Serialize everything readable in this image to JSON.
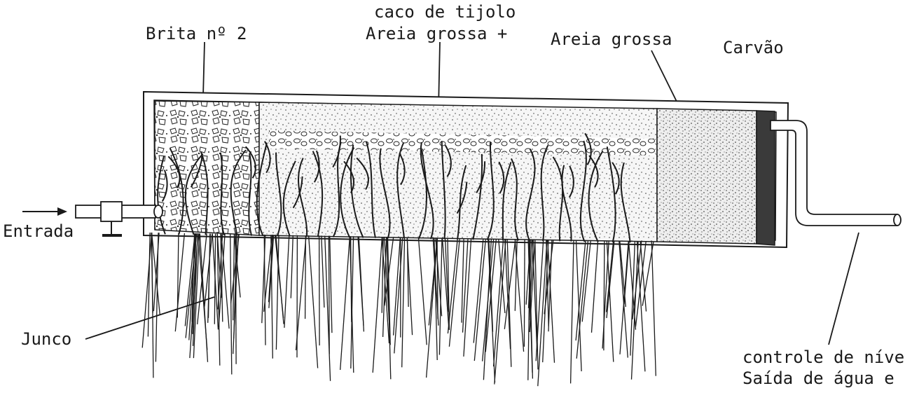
{
  "diagram": {
    "orientation": "rotated-180",
    "colors": {
      "ink": "#1a1a1a",
      "paper": "#ffffff",
      "carvao": "#3a3a3a",
      "sand": "#f4f4f4"
    },
    "labels": {
      "entrada": "Entrada",
      "junco": "Junco",
      "brita": "Brita nº 2",
      "areia_grossa_caco_line1": "Areia grossa +",
      "areia_grossa_caco_line2": "caco de tijolo",
      "areia_grossa": "Areia grossa",
      "carvao": "Carvão",
      "saida_line1": "Saída de água e",
      "saida_line2": "controle de nível"
    }
  }
}
